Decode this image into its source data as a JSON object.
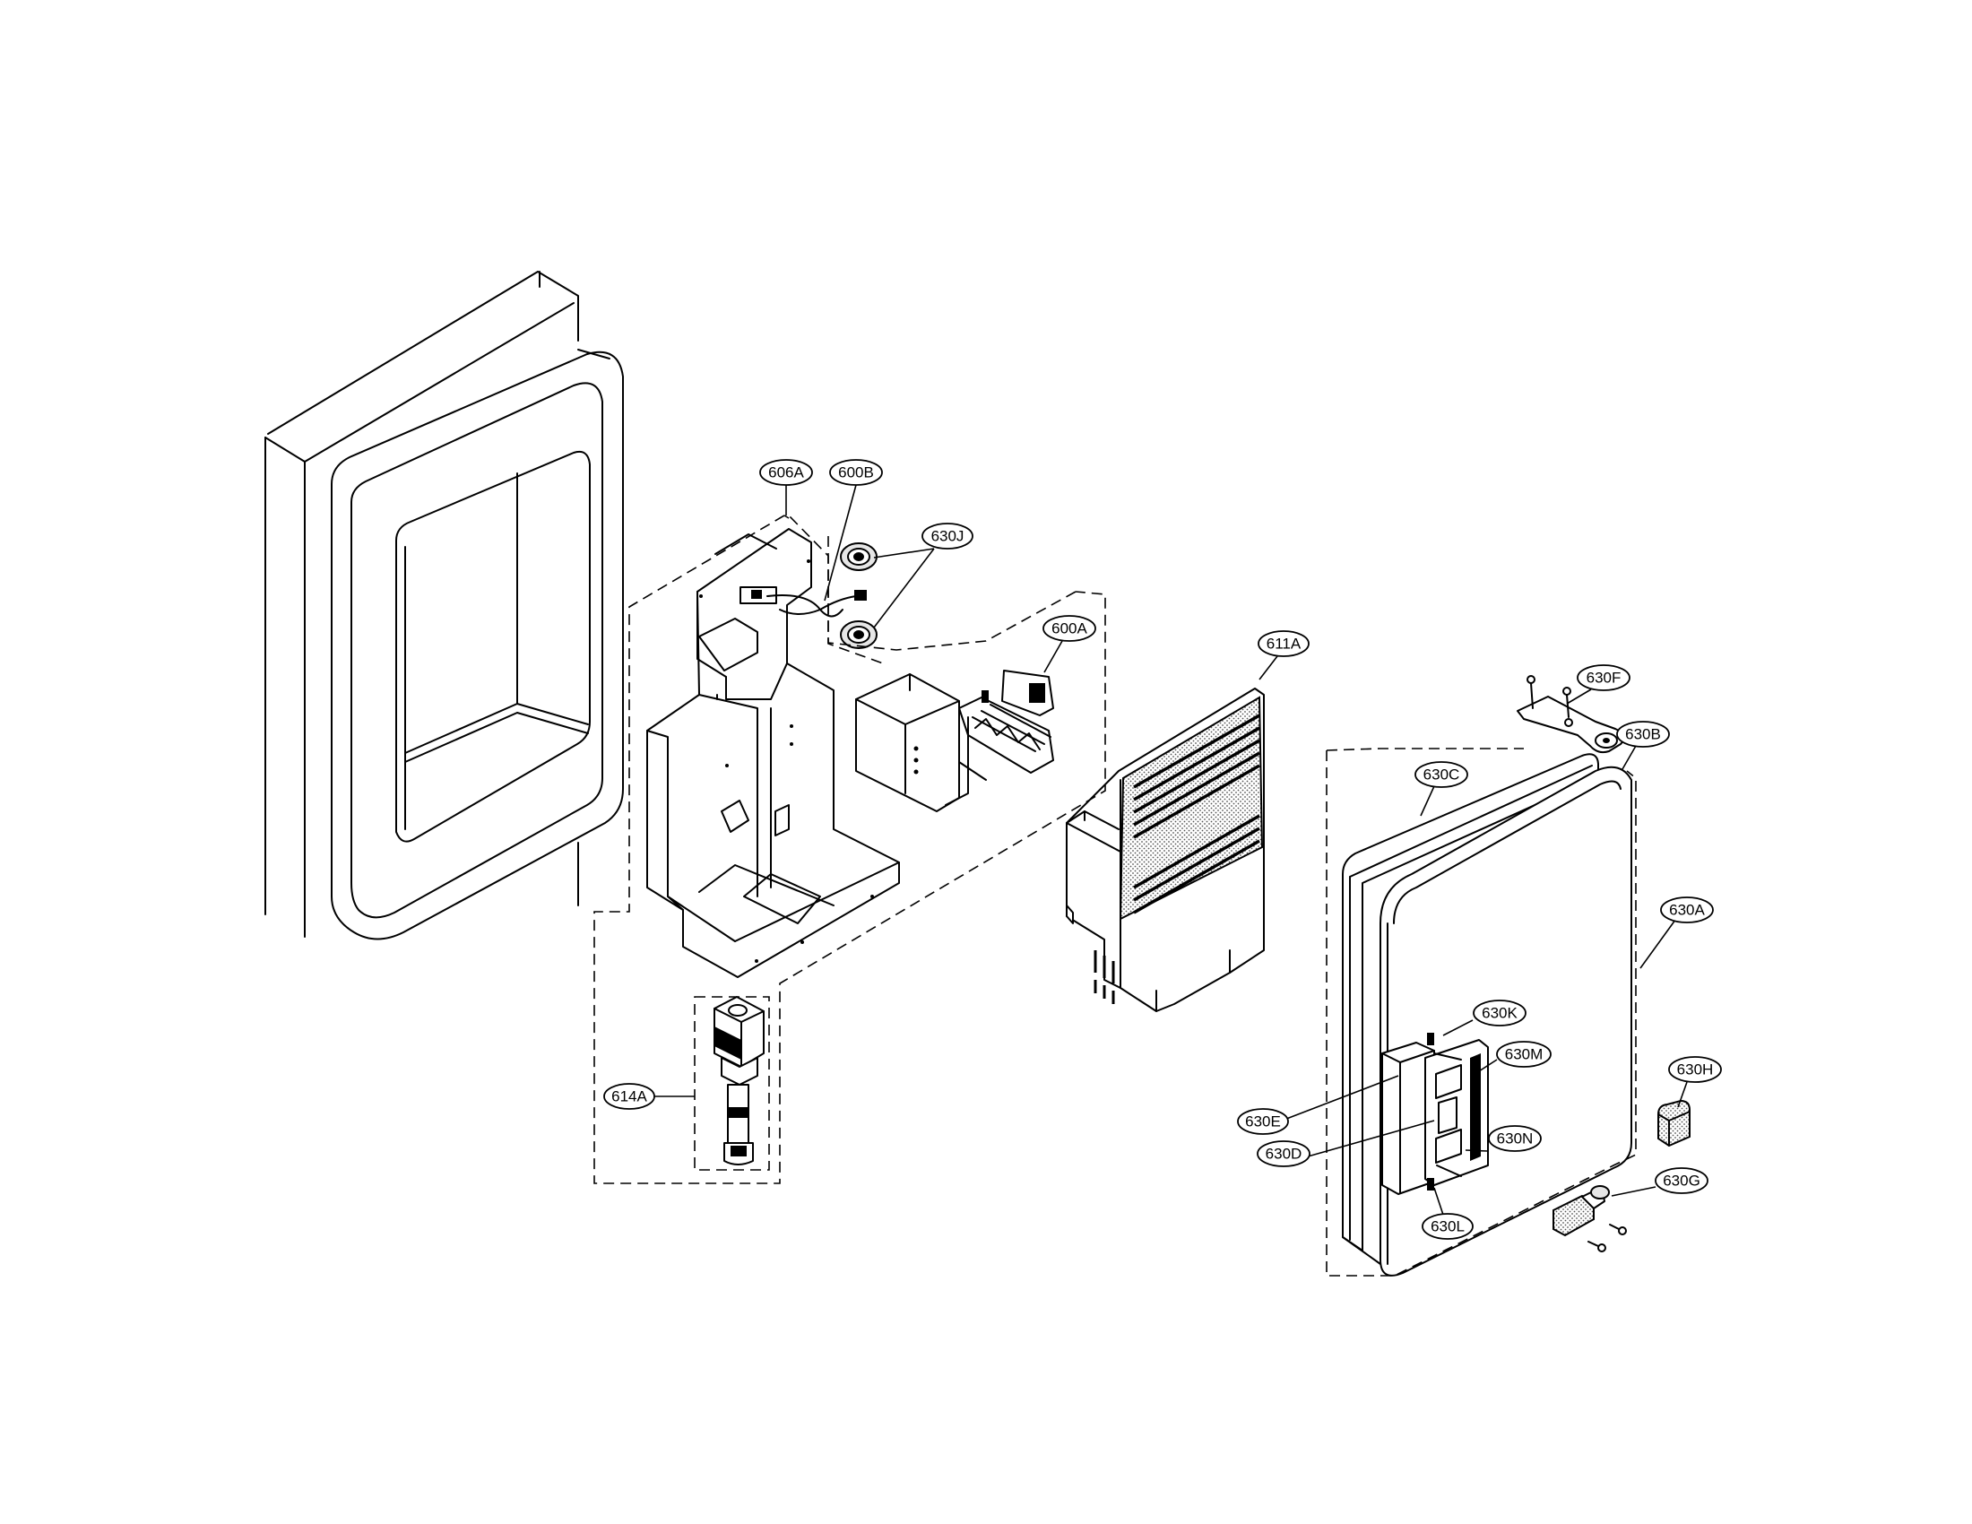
{
  "callouts": {
    "c606A": "606A",
    "c600B": "600B",
    "c630J": "630J",
    "c600A": "600A",
    "c611A": "611A",
    "c630F": "630F",
    "c630B": "630B",
    "c630C": "630C",
    "c630A": "630A",
    "c630K": "630K",
    "c630M": "630M",
    "c630E": "630E",
    "c630D": "630D",
    "c630N": "630N",
    "c630H": "630H",
    "c630L": "630L",
    "c630G": "630G",
    "c614A": "614A"
  }
}
